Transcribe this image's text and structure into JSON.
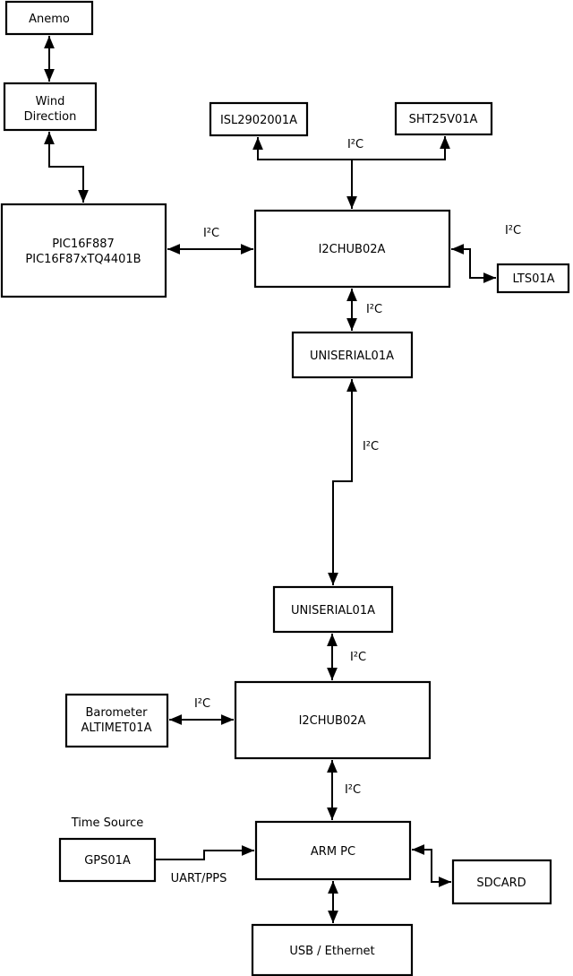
{
  "diagram": {
    "nodes": {
      "anemo": {
        "label": "Anemo"
      },
      "wind_direction": {
        "label_line1": "Wind",
        "label_line2": "Direction"
      },
      "pic_mcu": {
        "label_line1": "PIC16F887",
        "label_line2": "PIC16F87xTQ4401B"
      },
      "isl_sensor": {
        "label": "ISL2902001A"
      },
      "sht_sensor": {
        "label": "SHT25V01A"
      },
      "i2c_hub_top": {
        "label": "I2CHUB02A"
      },
      "lts_sensor": {
        "label": "LTS01A"
      },
      "uniserial_top": {
        "label": "UNISERIAL01A"
      },
      "uniserial_bottom": {
        "label": "UNISERIAL01A"
      },
      "i2c_hub_bottom": {
        "label": "I2CHUB02A"
      },
      "barometer": {
        "label_line1": "Barometer",
        "label_line2": "ALTIMET01A"
      },
      "gps": {
        "label": "GPS01A"
      },
      "arm_pc": {
        "label": "ARM PC"
      },
      "sdcard": {
        "label": "SDCARD"
      },
      "usb_ethernet": {
        "label": "USB / Ethernet"
      }
    },
    "edge_labels": {
      "isl_sht_bus": "I²C",
      "pic_to_hub": "I²C",
      "hub_to_lts": "I²C",
      "hub_to_uniserial": "I²C",
      "uniserial_link": "I²C",
      "uniserial_to_hub2": "I²C",
      "barometer_to_hub2": "I²C",
      "hub2_to_arm": "I²C",
      "gps_to_arm": "UART/PPS",
      "time_source_caption": "Time Source"
    },
    "colors": {
      "stroke": "#000000",
      "box_fill": "#ffffff",
      "background": "#ffffff"
    }
  }
}
